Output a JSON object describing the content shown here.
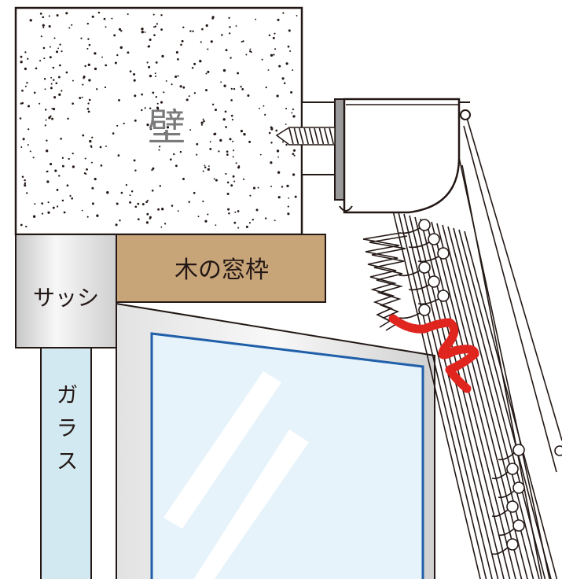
{
  "labels": {
    "wall": "壁",
    "wood_frame": "木の窓枠",
    "sash": "サッシ",
    "glass": "ガラス"
  },
  "colors": {
    "wall_fill": "#ffffff",
    "wood_frame": "#c8a579",
    "sash_light": "#f4f4f4",
    "sash_dark": "#c9c9c9",
    "glass": "#d3e9f1",
    "window_pane": "#e6f3fb",
    "window_border": "#1f5ea8",
    "label_grey": "#7a7a7a",
    "problem_mark": "#e0251f",
    "line": "#231815"
  }
}
